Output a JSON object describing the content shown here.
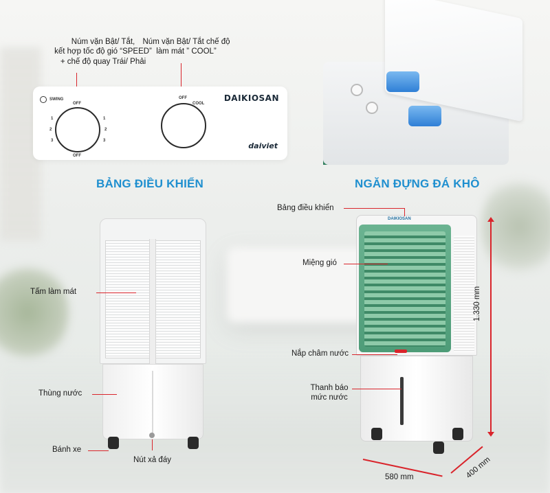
{
  "headings": {
    "control_panel": "BẢNG ĐIỀU KHIỂN",
    "ice_compartment": "NGĂN ĐỰNG ĐÁ KHÔ"
  },
  "callouts": {
    "speed_knob": [
      "Núm vặn Bật/ Tắt,",
      "kết hợp tốc độ gió “SPEED”",
      "+ chế độ quay Trái/ Phải"
    ],
    "cool_knob": [
      "Núm vặn Bật/ Tắt chế độ",
      "làm mát ” COOL”"
    ],
    "control_panel_label": "Bảng điều khiển",
    "air_outlet": "Miệng gió",
    "cooling_pad": "Tấm làm mát",
    "water_cap": "Nắp châm nước",
    "water_tank": "Thùng nước",
    "water_gauge": [
      "Thanh báo",
      "mức nước"
    ],
    "wheels": "Bánh xe",
    "drain": "Nút xả đáy"
  },
  "panel_face": {
    "brand": "DAIKIOSAN",
    "sub_brand": "daiviet",
    "swing": "SWING",
    "off_top": "OFF",
    "off_bottom": "OFF",
    "cool_off": "OFF",
    "cool": "COOL",
    "tick_1": "1",
    "tick_2": "2",
    "tick_3": "3"
  },
  "device_logo": "DAIKIOSAN",
  "dimensions": {
    "height": "1.330 mm",
    "width": "580 mm",
    "depth": "400 mm"
  },
  "colors": {
    "heading": "#1f8fcf",
    "leader": "#d9242b",
    "device_green": "#4e9c78"
  }
}
